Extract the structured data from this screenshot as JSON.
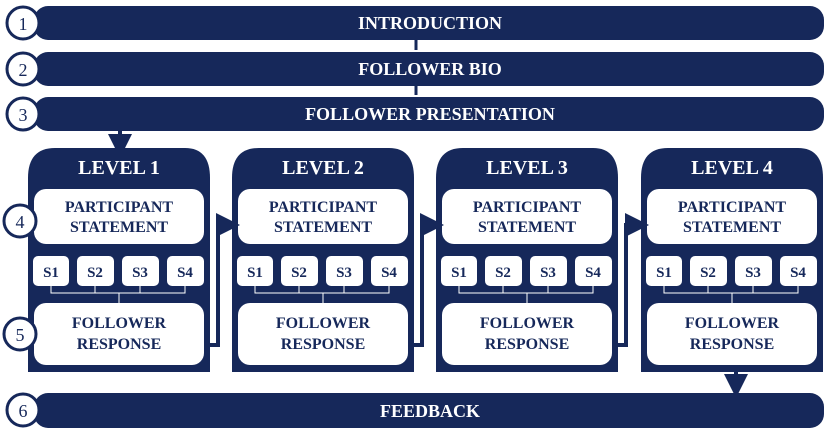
{
  "colors": {
    "primary": "#16285a",
    "background": "#ffffff"
  },
  "steps": {
    "introduction": {
      "number": "1",
      "label": "INTRODUCTION"
    },
    "follower_bio": {
      "number": "2",
      "label": "FOLLOWER BIO"
    },
    "follower_presentation": {
      "number": "3",
      "label": "FOLLOWER PRESENTATION"
    },
    "participant_statement": {
      "number": "4"
    },
    "follower_response": {
      "number": "5"
    },
    "feedback": {
      "number": "6",
      "label": "FEEDBACK"
    }
  },
  "levels": [
    {
      "title": "LEVEL 1",
      "statement_line1": "PARTICIPANT",
      "statement_line2": "STATEMENT",
      "options": [
        "S1",
        "S2",
        "S3",
        "S4"
      ],
      "response_line1": "FOLLOWER",
      "response_line2": "RESPONSE"
    },
    {
      "title": "LEVEL 2",
      "statement_line1": "PARTICIPANT",
      "statement_line2": "STATEMENT",
      "options": [
        "S1",
        "S2",
        "S3",
        "S4"
      ],
      "response_line1": "FOLLOWER",
      "response_line2": "RESPONSE"
    },
    {
      "title": "LEVEL 3",
      "statement_line1": "PARTICIPANT",
      "statement_line2": "STATEMENT",
      "options": [
        "S1",
        "S2",
        "S3",
        "S4"
      ],
      "response_line1": "FOLLOWER",
      "response_line2": "RESPONSE"
    },
    {
      "title": "LEVEL 4",
      "statement_line1": "PARTICIPANT",
      "statement_line2": "STATEMENT",
      "options": [
        "S1",
        "S2",
        "S3",
        "S4"
      ],
      "response_line1": "FOLLOWER",
      "response_line2": "RESPONSE"
    }
  ]
}
